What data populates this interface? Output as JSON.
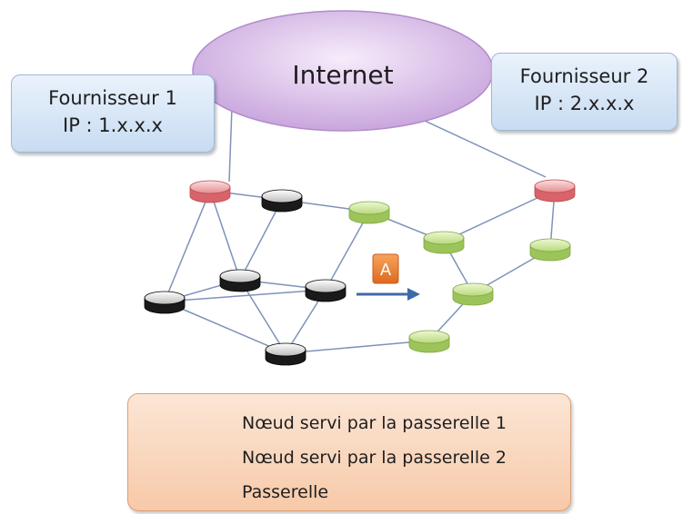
{
  "internet_label": "Internet",
  "providers": [
    {
      "name": "Fournisseur 1",
      "ip": "IP : 1.x.x.x"
    },
    {
      "name": "Fournisseur 2",
      "ip": "IP : 2.x.x.x"
    }
  ],
  "node_a_label": "A",
  "legend": [
    {
      "label": "Nœud servi par la passerelle 1",
      "color": "black"
    },
    {
      "label": "Nœud servi par la passerelle 2",
      "color": "green"
    },
    {
      "label": "Passerelle",
      "color": "red"
    }
  ],
  "colors": {
    "black_node": "#1a1a1a",
    "green_node": "#b9dc78",
    "red_node": "#e88a8e",
    "internet": "#d9bde8",
    "link": "#7d93b8",
    "arrow": "#3d6aa8",
    "badge": "#e8782a"
  }
}
